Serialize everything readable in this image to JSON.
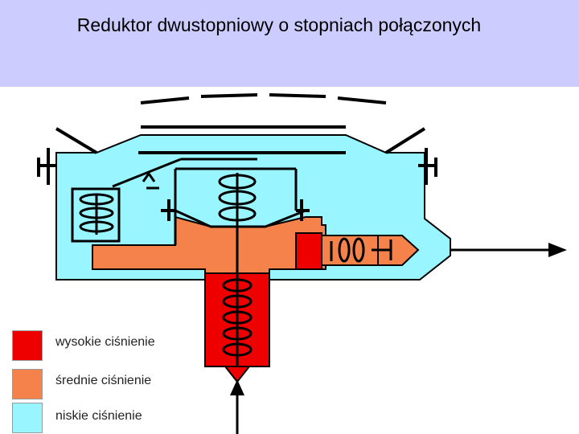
{
  "title": "Reduktor dwustopniowy o stopniach połączonych",
  "colors": {
    "title_background": "#ccccff",
    "high_pressure": "#ee0000",
    "medium_pressure": "#f5824a",
    "low_pressure": "#99f5ff",
    "outline": "#000000"
  },
  "legend": [
    {
      "label": "wysokie ciśnienie",
      "color": "#ee0000"
    },
    {
      "label": "średnie ciśnienie",
      "color": "#f5824a"
    },
    {
      "label": "niskie ciśnienie",
      "color": "#99f5ff"
    }
  ]
}
